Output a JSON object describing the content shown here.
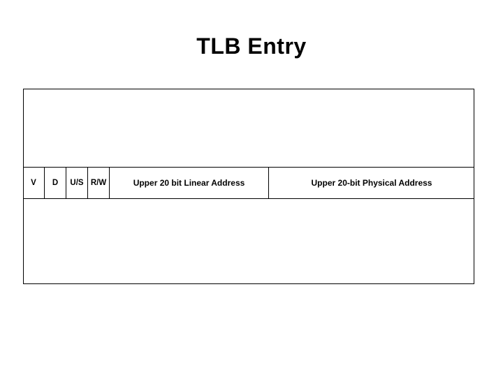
{
  "slide": {
    "title": "TLB Entry",
    "background_color": "#ffffff",
    "line_color": "#000000"
  },
  "diagram": {
    "name": "tlb-entry-diagram",
    "fields": [
      {
        "label": "V"
      },
      {
        "label": "D"
      },
      {
        "label": "U/S"
      },
      {
        "label": "R/W"
      },
      {
        "label": "Upper 20 bit Linear Address"
      },
      {
        "label": "Upper 20-bit Physical Address"
      }
    ]
  }
}
